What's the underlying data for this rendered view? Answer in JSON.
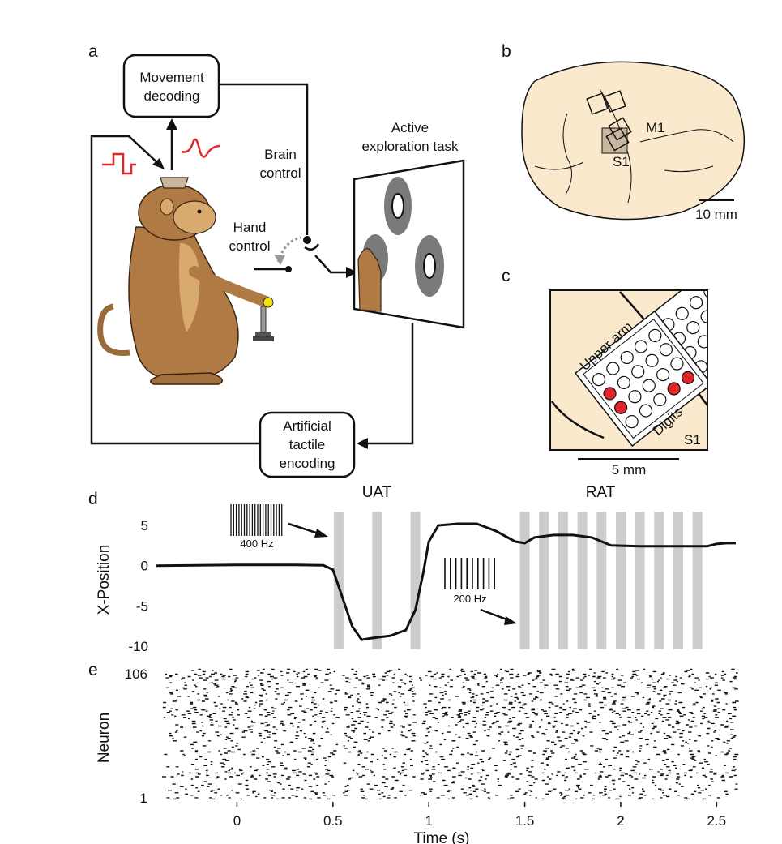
{
  "figure": {
    "panel_letters": {
      "a": "a",
      "b": "b",
      "c": "c",
      "d": "d",
      "e": "e"
    },
    "panel_a": {
      "movement_decoding": [
        "Movement",
        "decoding"
      ],
      "brain_control": [
        "Brain",
        "control"
      ],
      "hand_control": [
        "Hand",
        "control"
      ],
      "active_task": [
        "Active",
        "exploration task"
      ],
      "tactile_encoding": [
        "Artificial",
        "tactile",
        "encoding"
      ],
      "colors": {
        "monkey_fur": "#b07a45",
        "monkey_light": "#d9aa6e",
        "signal_red": "#e0262a",
        "target_gray": "#7a7a7a",
        "joystick_yellow": "#f3e10c"
      }
    },
    "panel_b": {
      "label_m1": "M1",
      "label_s1": "S1",
      "scale_bar": "10 mm",
      "colors": {
        "brain": "#fbe9cd",
        "region": "#c9b8a0"
      }
    },
    "panel_c": {
      "label_upper_arm": "Upper arm",
      "label_digits": "Digits",
      "label_s1": "S1",
      "scale_bar": "5 mm",
      "colors": {
        "background": "#fbe9cd",
        "electrode_active": "#e0262a"
      }
    },
    "panel_d": {
      "label_uat": "UAT",
      "label_rat": "RAT",
      "label_400hz": "400 Hz",
      "label_200hz": "200 Hz"
    },
    "panel_e": {}
  },
  "chart_data": [
    {
      "type": "line",
      "ylabel": "X-Position",
      "xlabel": "",
      "xlim": [
        -0.42,
        2.6
      ],
      "ylim": [
        -10,
        6.5
      ],
      "yticks": [
        5,
        0,
        -5,
        -10
      ],
      "ytick_labels": [
        "5",
        "0",
        "-5",
        "-10"
      ],
      "x": [
        -0.42,
        0.0,
        0.3,
        0.45,
        0.5,
        0.55,
        0.6,
        0.65,
        0.7,
        0.8,
        0.88,
        0.93,
        0.97,
        1.0,
        1.05,
        1.15,
        1.25,
        1.35,
        1.45,
        1.5,
        1.55,
        1.65,
        1.75,
        1.85,
        1.95,
        2.1,
        2.3,
        2.45,
        2.5,
        2.55,
        2.6
      ],
      "y": [
        0.0,
        0.1,
        0.1,
        0.05,
        -0.5,
        -4.0,
        -7.5,
        -9.2,
        -9.0,
        -8.7,
        -8.0,
        -5.5,
        -1.0,
        3.0,
        5.0,
        5.2,
        5.2,
        4.3,
        3.0,
        2.8,
        3.5,
        3.8,
        3.8,
        3.5,
        2.5,
        2.4,
        2.4,
        2.4,
        2.7,
        2.8,
        2.8
      ],
      "uat_bars_x": [
        0.53,
        0.73,
        0.93
      ],
      "rat_bars_x": [
        1.5,
        1.6,
        1.7,
        1.8,
        1.9,
        2.0,
        2.1,
        2.2,
        2.3,
        2.4
      ]
    },
    {
      "type": "scatter",
      "xlabel": "Time (s)",
      "ylabel": "Neuron",
      "xlim": [
        -0.42,
        2.6
      ],
      "ylim": [
        1,
        106
      ],
      "xticks": [
        0,
        0.5,
        1,
        1.5,
        2,
        2.5
      ],
      "xtick_labels": [
        "0",
        "0.5",
        "1",
        "1.5",
        "2",
        "2.5"
      ],
      "ytick_labels": [
        "106",
        "1"
      ],
      "neurons": 106
    }
  ]
}
